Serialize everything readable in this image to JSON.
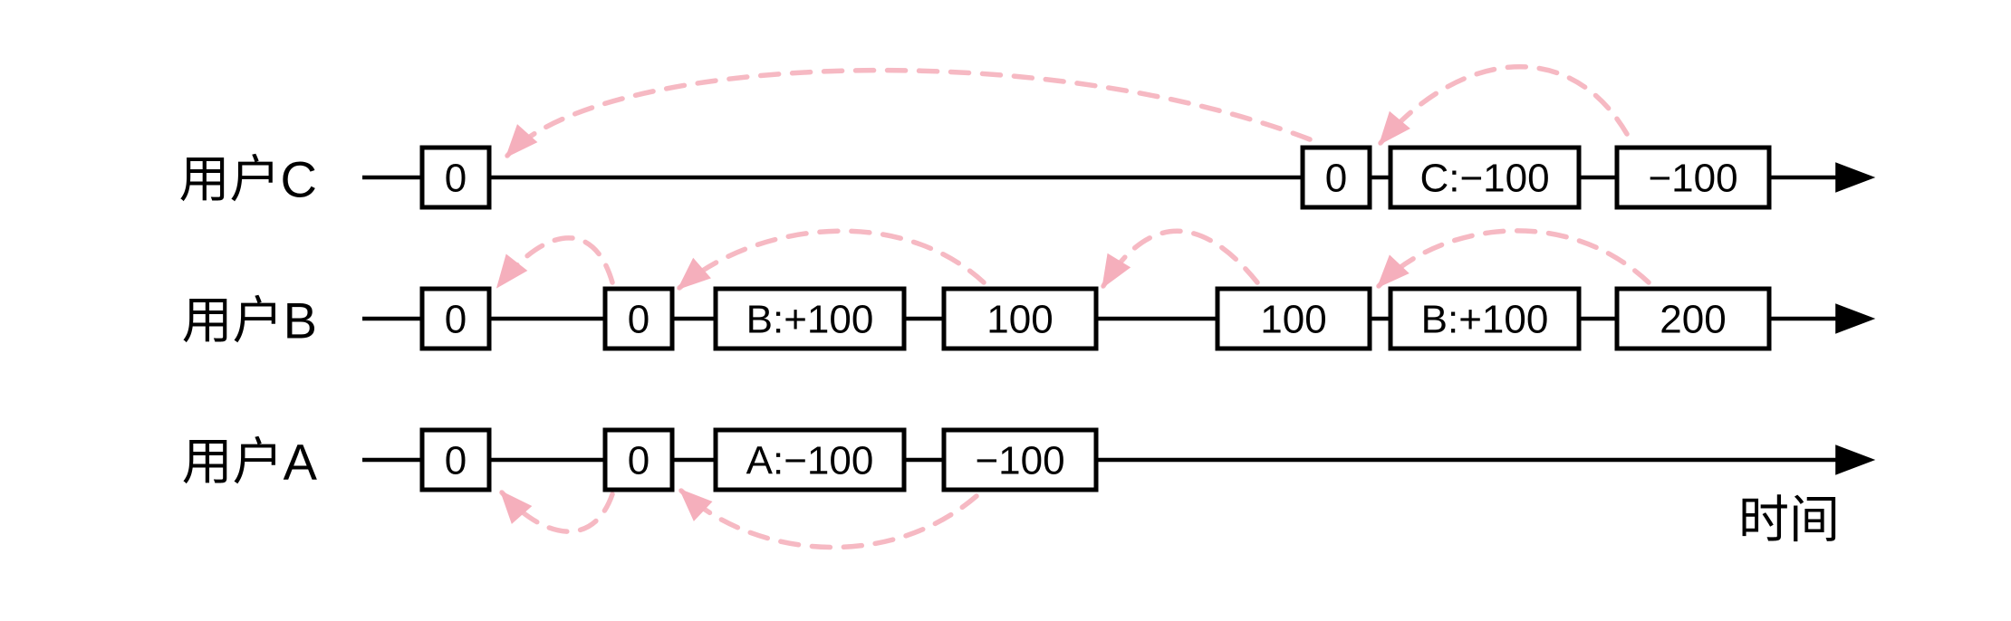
{
  "colors": {
    "ink": "#000000",
    "box_fill": "#ffffff",
    "dashed_arrow_pink": "#f6b9c3",
    "arrowhead_pink": "#f5afbc"
  },
  "time_axis_label": "时间",
  "rows": [
    {
      "label": "用户C",
      "boxes": [
        "0",
        "0",
        "C:−100",
        "−100"
      ],
      "dashed_arrows": [
        {
          "from_box": 1,
          "to_box": 0
        },
        {
          "from_box": 3,
          "to_box": 1
        }
      ],
      "arrows_side": "above"
    },
    {
      "label": "用户B",
      "boxes": [
        "0",
        "0",
        "B:+100",
        "100",
        "100",
        "B:+100",
        "200"
      ],
      "dashed_arrows": [
        {
          "from_box": 1,
          "to_box": 0
        },
        {
          "from_box": 3,
          "to_box": 1
        },
        {
          "from_box": 4,
          "to_box": 3
        },
        {
          "from_box": 6,
          "to_box": 4
        }
      ],
      "arrows_side": "above"
    },
    {
      "label": "用户A",
      "boxes": [
        "0",
        "0",
        "A:−100",
        "−100"
      ],
      "dashed_arrows": [
        {
          "from_box": 1,
          "to_box": 0
        },
        {
          "from_box": 3,
          "to_box": 1
        }
      ],
      "arrows_side": "below"
    }
  ]
}
